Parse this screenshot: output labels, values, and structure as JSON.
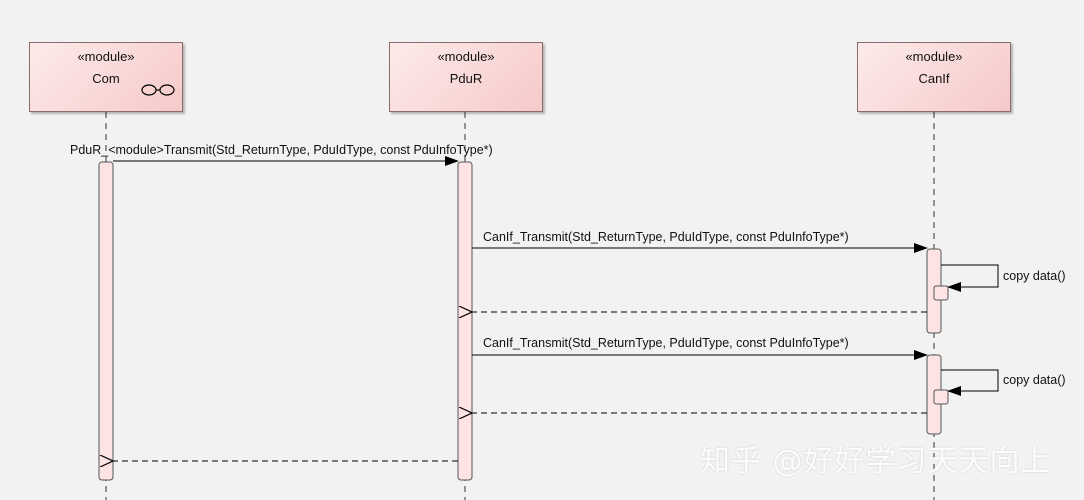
{
  "lifelines": [
    {
      "id": "com",
      "stereotype": "«module»",
      "name": "Com"
    },
    {
      "id": "pdur",
      "stereotype": "«module»",
      "name": "PduR"
    },
    {
      "id": "canif",
      "stereotype": "«module»",
      "name": "CanIf"
    }
  ],
  "messages": [
    {
      "id": "m1",
      "label": "PduR_<module>Transmit(Std_ReturnType, PduIdType, const PduInfoType*)"
    },
    {
      "id": "m2",
      "label": "CanIf_Transmit(Std_ReturnType, PduIdType, const PduInfoType*)"
    },
    {
      "id": "m3",
      "label": "copy data()"
    },
    {
      "id": "m4",
      "label": ""
    },
    {
      "id": "m5",
      "label": "CanIf_Transmit(Std_ReturnType, PduIdType, const PduInfoType*)"
    },
    {
      "id": "m6",
      "label": "copy data()"
    },
    {
      "id": "m7",
      "label": ""
    },
    {
      "id": "m8",
      "label": ""
    }
  ],
  "watermark": "知乎 @好好学习天天向上"
}
